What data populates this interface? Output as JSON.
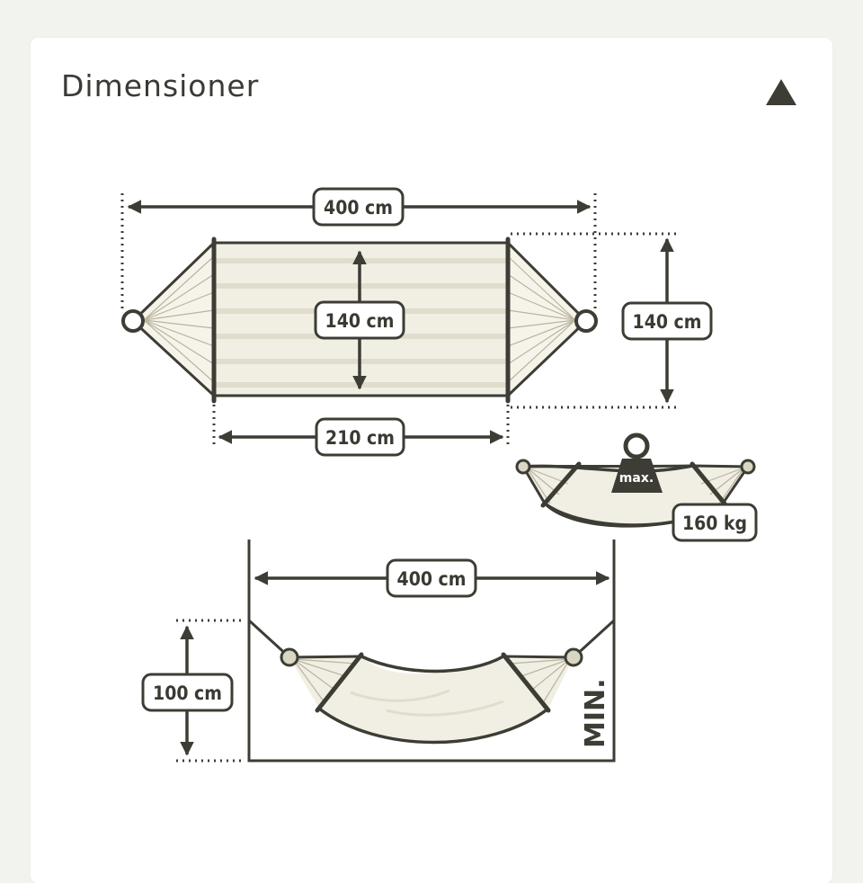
{
  "section": {
    "title": "Dimensioner"
  },
  "top_view": {
    "total_length": "400 cm",
    "bed_width": "140 cm",
    "total_width": "140 cm",
    "bed_length": "210 cm"
  },
  "load": {
    "max_label": "max.",
    "max_weight": "160 kg"
  },
  "hang_view": {
    "min_distance": "400 cm",
    "min_height": "100 cm",
    "min_label": "MIN."
  },
  "colors": {
    "stroke": "#3d3d35",
    "fabric": "#f1efe4",
    "fabric_shade": "#e3e0d0",
    "background": "#f2f2ee"
  }
}
